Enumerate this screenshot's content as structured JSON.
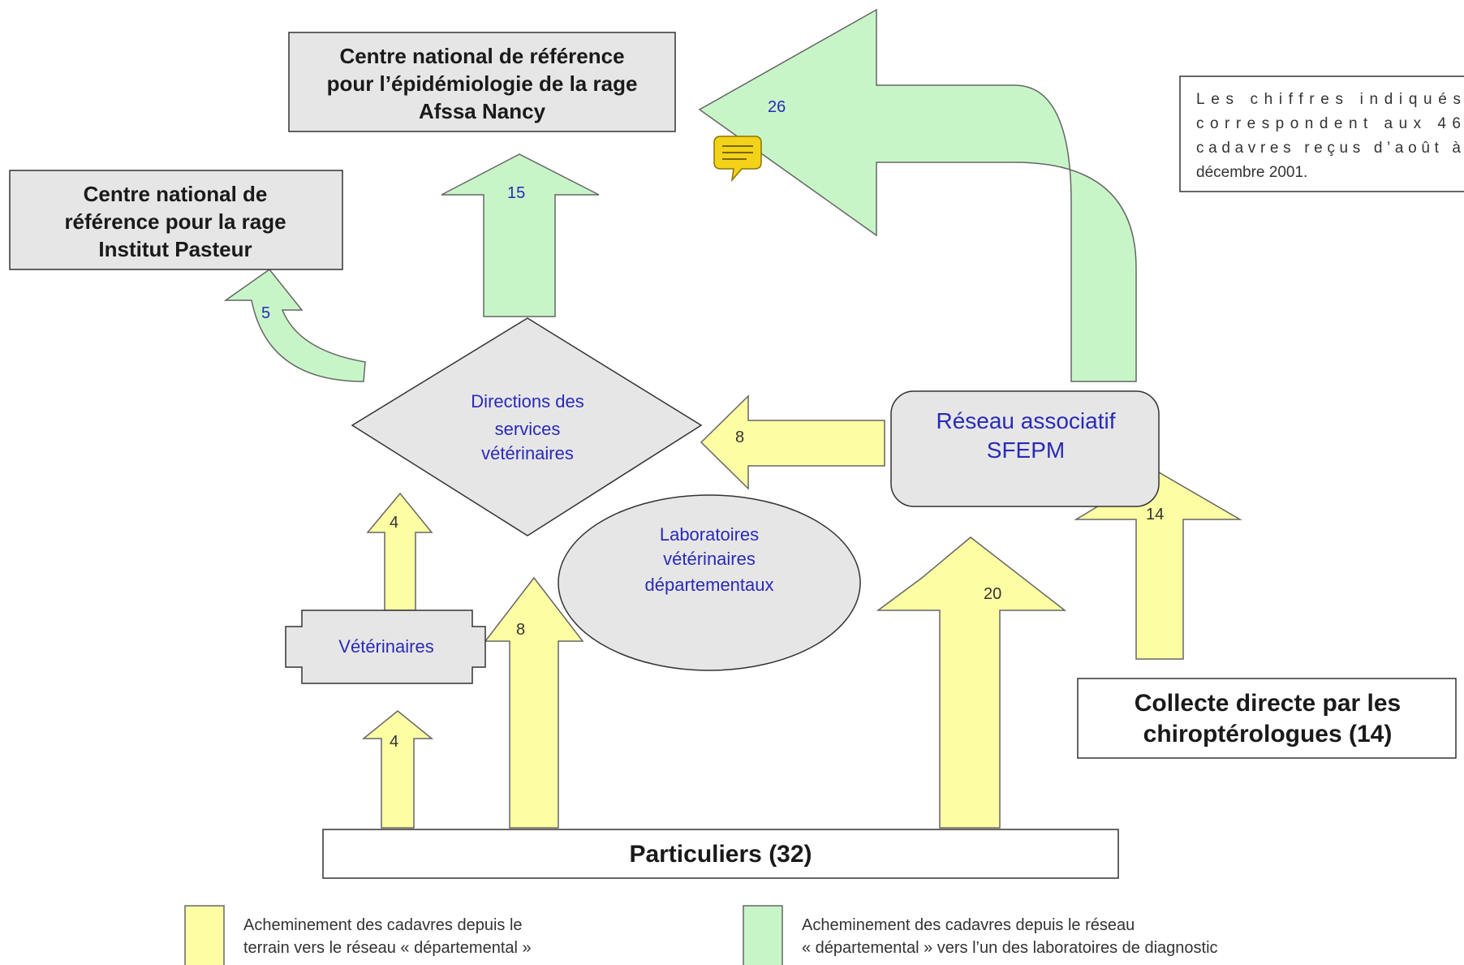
{
  "nodes": {
    "afssa": {
      "line1": "Centre national de référence",
      "line2": "pour l’épidémiologie de la rage",
      "line3": "Afssa Nancy"
    },
    "pasteur": {
      "line1": "Centre national de",
      "line2": "référence pour la rage",
      "line3": "Institut Pasteur"
    },
    "dsv": {
      "line1": "Directions des",
      "line2": "services",
      "line3": "vétérinaires"
    },
    "lvd": {
      "line1": "Laboratoires",
      "line2": "vétérinaires",
      "line3": "départementaux"
    },
    "sfepm": {
      "line1": "Réseau associatif",
      "line2": "SFEPM"
    },
    "veterinaires": {
      "label": "Vétérinaires"
    },
    "particuliers": {
      "label": "Particuliers (32)"
    },
    "chiroptero": {
      "line1": "Collecte directe par les",
      "line2": "chiroptérologues (14)"
    }
  },
  "flows": {
    "to_afssa_from_dsv": "15",
    "to_afssa_from_sfepm": "26",
    "to_pasteur": "5",
    "sfepm_to_dsv": "8",
    "vet_to_dsv": "4",
    "part_to_vet": "4",
    "part_to_labs": "8",
    "part_to_sfepm": "20",
    "chiro_to_sfepm": "14"
  },
  "note": {
    "line1": "Les chiffres indiqués",
    "line2": "correspondent aux 46",
    "line3": "cadavres reçus d’août à",
    "line4": "décembre 2001."
  },
  "legend": {
    "yellow": {
      "line1": "Acheminement des cadavres depuis le",
      "line2": "terrain vers le réseau « départemental »"
    },
    "green": {
      "line1": "Acheminement des cadavres depuis le réseau",
      "line2": "« départemental » vers l’un des laboratoires de diagnostic"
    }
  },
  "colors": {
    "yellow_arrow": "#fdfda4",
    "green_arrow": "#c8f5c8",
    "node_fill": "#e6e6e6",
    "label_blue": "#2a2ab8",
    "comment_icon": "#f3d21a"
  }
}
